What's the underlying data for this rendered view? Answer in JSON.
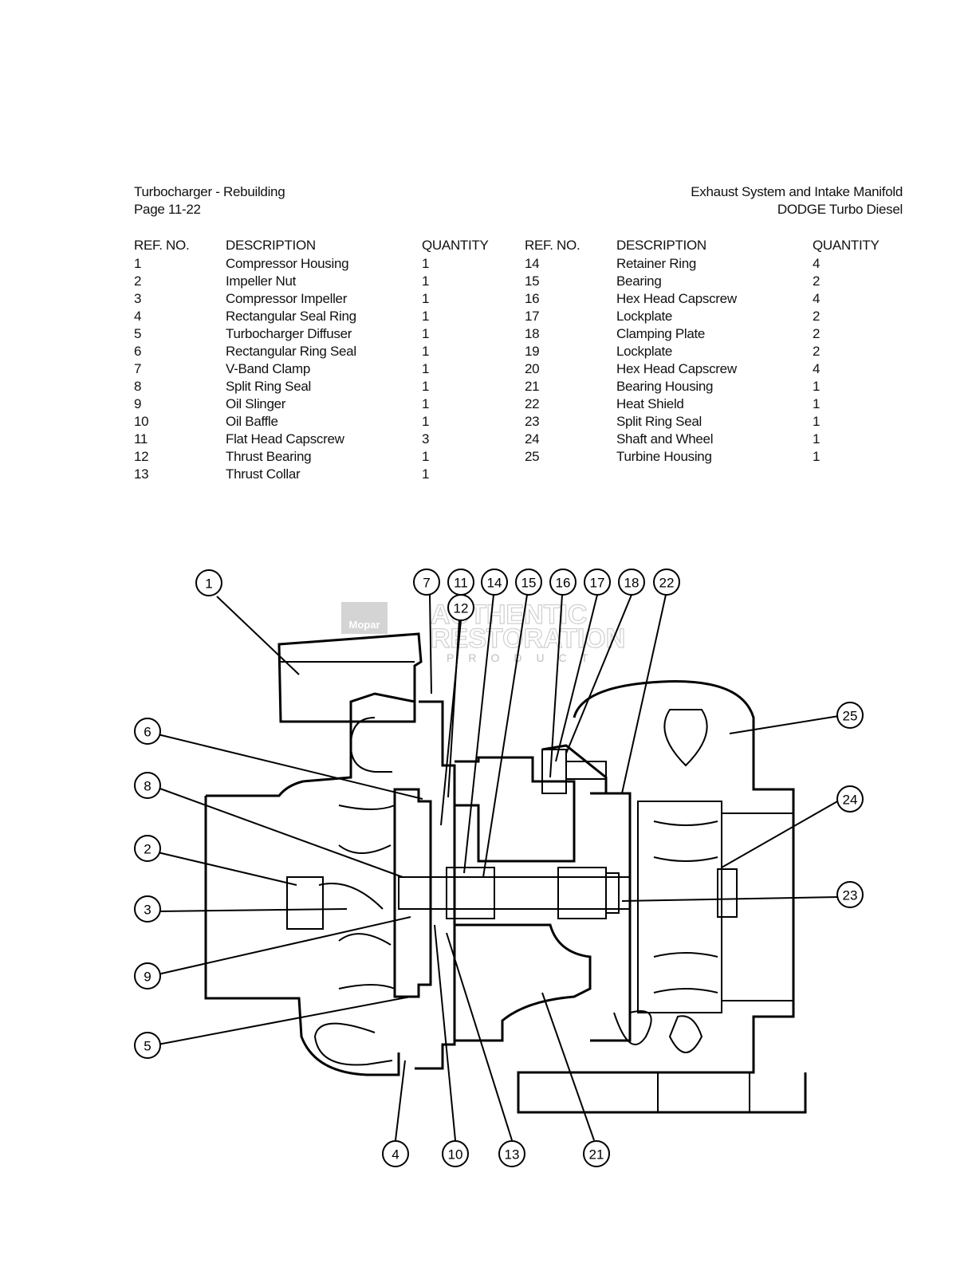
{
  "header": {
    "left_title": "Turbocharger - Rebuilding",
    "left_page": "Page 11-22",
    "right_title": "Exhaust System and Intake Manifold",
    "right_subtitle": "DODGE Turbo Diesel"
  },
  "table": {
    "col_ref": "REF. NO.",
    "col_desc": "DESCRIPTION",
    "col_qty": "QUANTITY",
    "left_rows": [
      {
        "ref": "1",
        "desc": "Compressor Housing",
        "qty": "1"
      },
      {
        "ref": "2",
        "desc": "Impeller Nut",
        "qty": "1"
      },
      {
        "ref": "3",
        "desc": "Compressor Impeller",
        "qty": "1"
      },
      {
        "ref": "4",
        "desc": "Rectangular Seal Ring",
        "qty": "1"
      },
      {
        "ref": "5",
        "desc": "Turbocharger Diffuser",
        "qty": "1"
      },
      {
        "ref": "6",
        "desc": "Rectangular Ring Seal",
        "qty": "1"
      },
      {
        "ref": "7",
        "desc": "V-Band Clamp",
        "qty": "1"
      },
      {
        "ref": "8",
        "desc": "Split Ring Seal",
        "qty": "1"
      },
      {
        "ref": "9",
        "desc": "Oil Slinger",
        "qty": "1"
      },
      {
        "ref": "10",
        "desc": "Oil Baffle",
        "qty": "1"
      },
      {
        "ref": "11",
        "desc": "Flat Head Capscrew",
        "qty": "3"
      },
      {
        "ref": "12",
        "desc": "Thrust Bearing",
        "qty": "1"
      },
      {
        "ref": "13",
        "desc": "Thrust Collar",
        "qty": "1"
      }
    ],
    "right_rows": [
      {
        "ref": "14",
        "desc": "Retainer Ring",
        "qty": "4"
      },
      {
        "ref": "15",
        "desc": "Bearing",
        "qty": "2"
      },
      {
        "ref": "16",
        "desc": "Hex Head Capscrew",
        "qty": "4"
      },
      {
        "ref": "17",
        "desc": "Lockplate",
        "qty": "2"
      },
      {
        "ref": "18",
        "desc": "Clamping Plate",
        "qty": "2"
      },
      {
        "ref": "19",
        "desc": "Lockplate",
        "qty": "2"
      },
      {
        "ref": "20",
        "desc": "Hex Head Capscrew",
        "qty": "4"
      },
      {
        "ref": "21",
        "desc": "Bearing Housing",
        "qty": "1"
      },
      {
        "ref": "22",
        "desc": "Heat Shield",
        "qty": "1"
      },
      {
        "ref": "23",
        "desc": "Split Ring Seal",
        "qty": "1"
      },
      {
        "ref": "24",
        "desc": "Shaft and Wheel",
        "qty": "1"
      },
      {
        "ref": "25",
        "desc": "Turbine Housing",
        "qty": "1"
      }
    ]
  },
  "diagram": {
    "callouts": [
      "1",
      "7",
      "11",
      "14",
      "15",
      "16",
      "17",
      "18",
      "22",
      "12",
      "25",
      "6",
      "24",
      "8",
      "2",
      "23",
      "3",
      "9",
      "5",
      "4",
      "10",
      "13",
      "21"
    ]
  },
  "watermark": {
    "brand": "Mopar",
    "line1": "AUTHENTIC",
    "line2": "RESTORATION",
    "line3": "PRODUCT"
  }
}
